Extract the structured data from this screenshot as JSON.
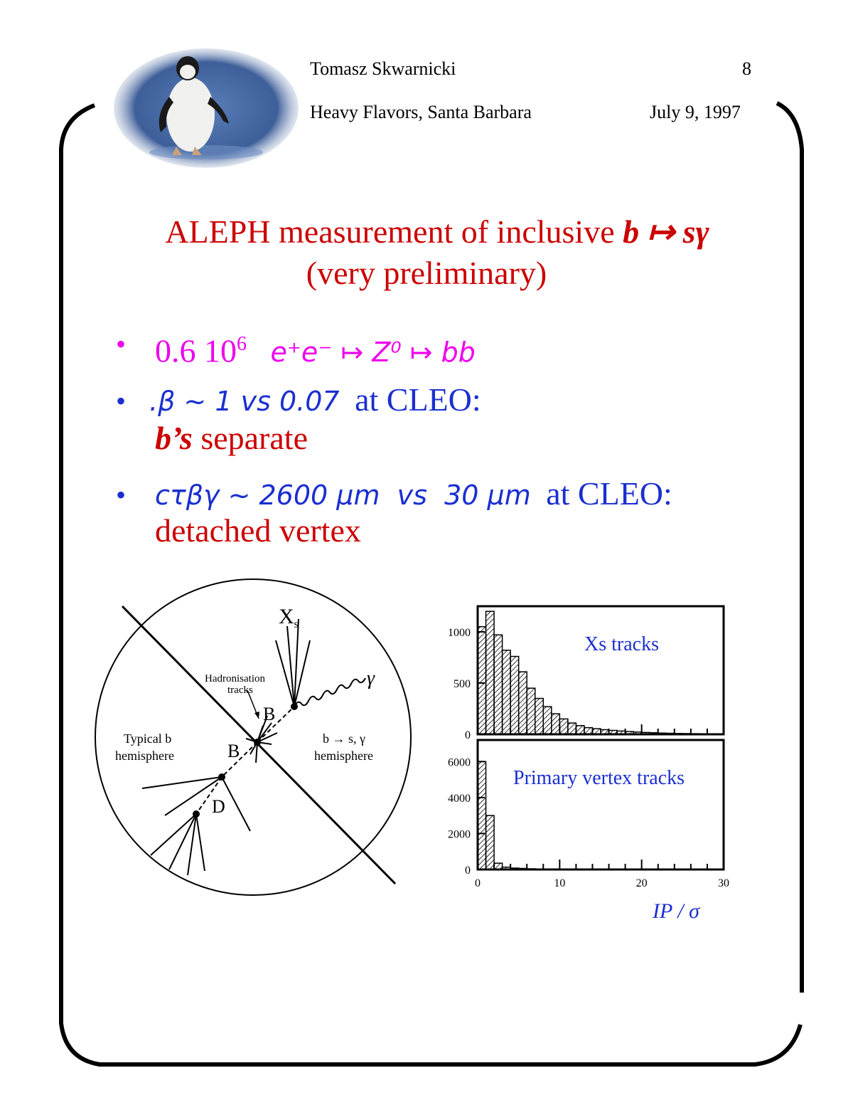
{
  "header": {
    "author": "Tomasz Skwarnicki",
    "page_number": "8",
    "conference": "Heavy Flavors, Santa Barbara",
    "date": "July 9, 1997"
  },
  "title": {
    "line1_text": "ALEPH measurement of inclusive ",
    "line1_formula": "b ↦ sγ",
    "line2": "(very preliminary)"
  },
  "bullets": [
    {
      "marker": "•",
      "value": "0.6 10",
      "exponent": "6",
      "formula": "e⁺e⁻ ↦ Z⁰ ↦ bb"
    },
    {
      "marker": "•",
      "formula": ".β ~ 1 vs 0.07",
      "text": "at CLEO:",
      "sub_formula": "b’s",
      "sub_text": "separate"
    },
    {
      "marker": "•",
      "formula": "cτβγ ~ 2600 μm  vs  30 μm",
      "text": "at CLEO:",
      "sub_text": "detached vertex"
    }
  ],
  "diagram": {
    "label_xs": "X",
    "label_xs_sub": "s",
    "label_gamma": "γ",
    "label_hadron1": "Hadronisation",
    "label_hadron2": "tracks",
    "label_b_upper": "B",
    "label_b_lower": "B",
    "label_d": "D",
    "label_left1": "Typical b",
    "label_left2": "hemisphere",
    "label_right1": "b → s, γ",
    "label_right2": "hemisphere"
  },
  "chart_data": [
    {
      "type": "bar",
      "title": "Xs tracks",
      "ytick_labels": [
        "1000",
        "500",
        "0"
      ],
      "ylim": [
        0,
        1250
      ],
      "bin_width": 1,
      "values": [
        1050,
        1200,
        970,
        820,
        760,
        610,
        450,
        350,
        270,
        200,
        150,
        110,
        85,
        65,
        55,
        45,
        38,
        32,
        27,
        22,
        18,
        15,
        12,
        10,
        8,
        7,
        6,
        5
      ],
      "colors": {
        "fill_pattern": "#000000",
        "frame": "#000000"
      }
    },
    {
      "type": "bar",
      "title": "Primary vertex tracks",
      "ytick_labels": [
        "6000",
        "4000",
        "2000",
        "0"
      ],
      "xtick_labels": [
        "0",
        "10",
        "20",
        "30"
      ],
      "xlabel": "IP / σ",
      "ylim": [
        0,
        7200
      ],
      "xlim": [
        0,
        30
      ],
      "bin_width": 1,
      "values": [
        6000,
        3000,
        350,
        130,
        80,
        60,
        40,
        30,
        25,
        10,
        5,
        3,
        0,
        0,
        0,
        0,
        0,
        0,
        0,
        0,
        0,
        0,
        0,
        0,
        0,
        0,
        0,
        0,
        0,
        0
      ]
    }
  ]
}
